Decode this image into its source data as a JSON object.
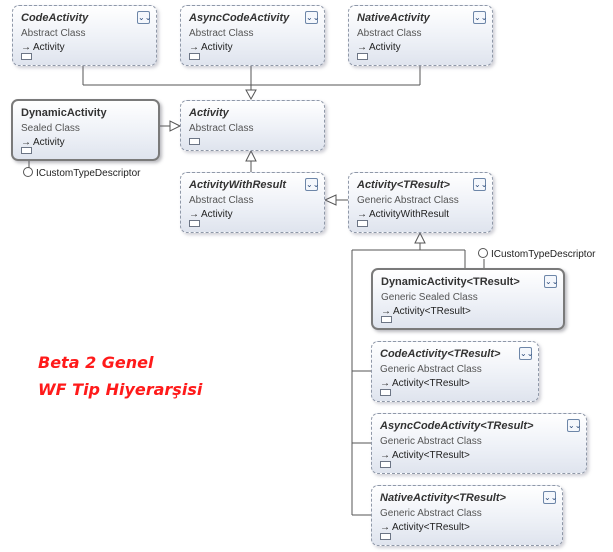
{
  "classes": {
    "code_activity": {
      "name": "CodeActivity",
      "stereotype": "Abstract Class",
      "base": "Activity"
    },
    "async_code_activity": {
      "name": "AsyncCodeActivity",
      "stereotype": "Abstract Class",
      "base": "Activity"
    },
    "native_activity": {
      "name": "NativeActivity",
      "stereotype": "Abstract Class",
      "base": "Activity"
    },
    "dynamic_activity": {
      "name": "DynamicActivity",
      "stereotype": "Sealed Class",
      "base": "Activity"
    },
    "activity": {
      "name": "Activity",
      "stereotype": "Abstract Class"
    },
    "activity_with_result": {
      "name": "ActivityWithResult",
      "stereotype": "Abstract Class",
      "base": "Activity"
    },
    "activity_tresult": {
      "name": "Activity<TResult>",
      "stereotype": "Generic Abstract Class",
      "base": "ActivityWithResult"
    },
    "dynamic_activity_tresult": {
      "name": "DynamicActivity<TResult>",
      "stereotype": "Generic Sealed Class",
      "base": "Activity<TResult>"
    },
    "code_activity_tresult": {
      "name": "CodeActivity<TResult>",
      "stereotype": "Generic Abstract Class",
      "base": "Activity<TResult>"
    },
    "async_code_activity_tresult": {
      "name": "AsyncCodeActivity<TResult>",
      "stereotype": "Generic Abstract Class",
      "base": "Activity<TResult>"
    },
    "native_activity_tresult": {
      "name": "NativeActivity<TResult>",
      "stereotype": "Generic Abstract Class",
      "base": "Activity<TResult>"
    }
  },
  "interfaces": {
    "dynamic_activity_iface": "ICustomTypeDescriptor",
    "dynamic_activity_tresult_iface": "ICustomTypeDescriptor"
  },
  "annotation": {
    "line1": "Beta 2 Genel",
    "line2": "WF Tip Hiyerarşisi"
  },
  "icons": {
    "arrow": "→",
    "chevron": "⌄⌄"
  }
}
